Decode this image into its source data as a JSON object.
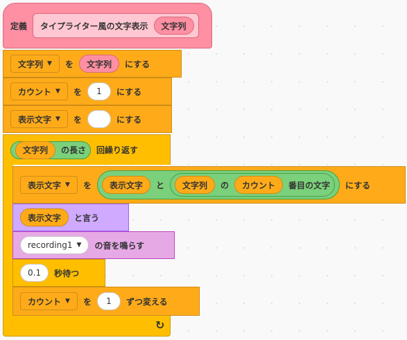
{
  "define": {
    "label": "定義",
    "proc_name": "タイプライター風の文字表示",
    "param": "文字列"
  },
  "set1": {
    "var": "文字列",
    "to": "を",
    "value": "文字列",
    "suffix": "にする"
  },
  "set2": {
    "var": "カウント",
    "to": "を",
    "value": "1",
    "suffix": "にする"
  },
  "set3": {
    "var": "表示文字",
    "to": "を",
    "value": "",
    "suffix": "にする"
  },
  "repeat": {
    "length_of": "文字列",
    "length_label": "の長さ",
    "suffix": "回繰り返す"
  },
  "inner_set": {
    "var": "表示文字",
    "to": "を",
    "join_a": "表示文字",
    "join_and": "と",
    "letter_of_str": "文字列",
    "letter_of": "の",
    "letter_idx": "カウント",
    "letter_suffix": "番目の文字",
    "suffix": "にする"
  },
  "say": {
    "value": "表示文字",
    "suffix": "と言う"
  },
  "sound": {
    "value": "recording1",
    "suffix": "の音を鳴らす"
  },
  "wait": {
    "value": "0.1",
    "suffix": "秒待つ"
  },
  "change": {
    "var": "カウント",
    "by": "を",
    "value": "1",
    "suffix": "ずつ変える"
  },
  "icons": {
    "caret": "▼",
    "loop": "↻"
  }
}
